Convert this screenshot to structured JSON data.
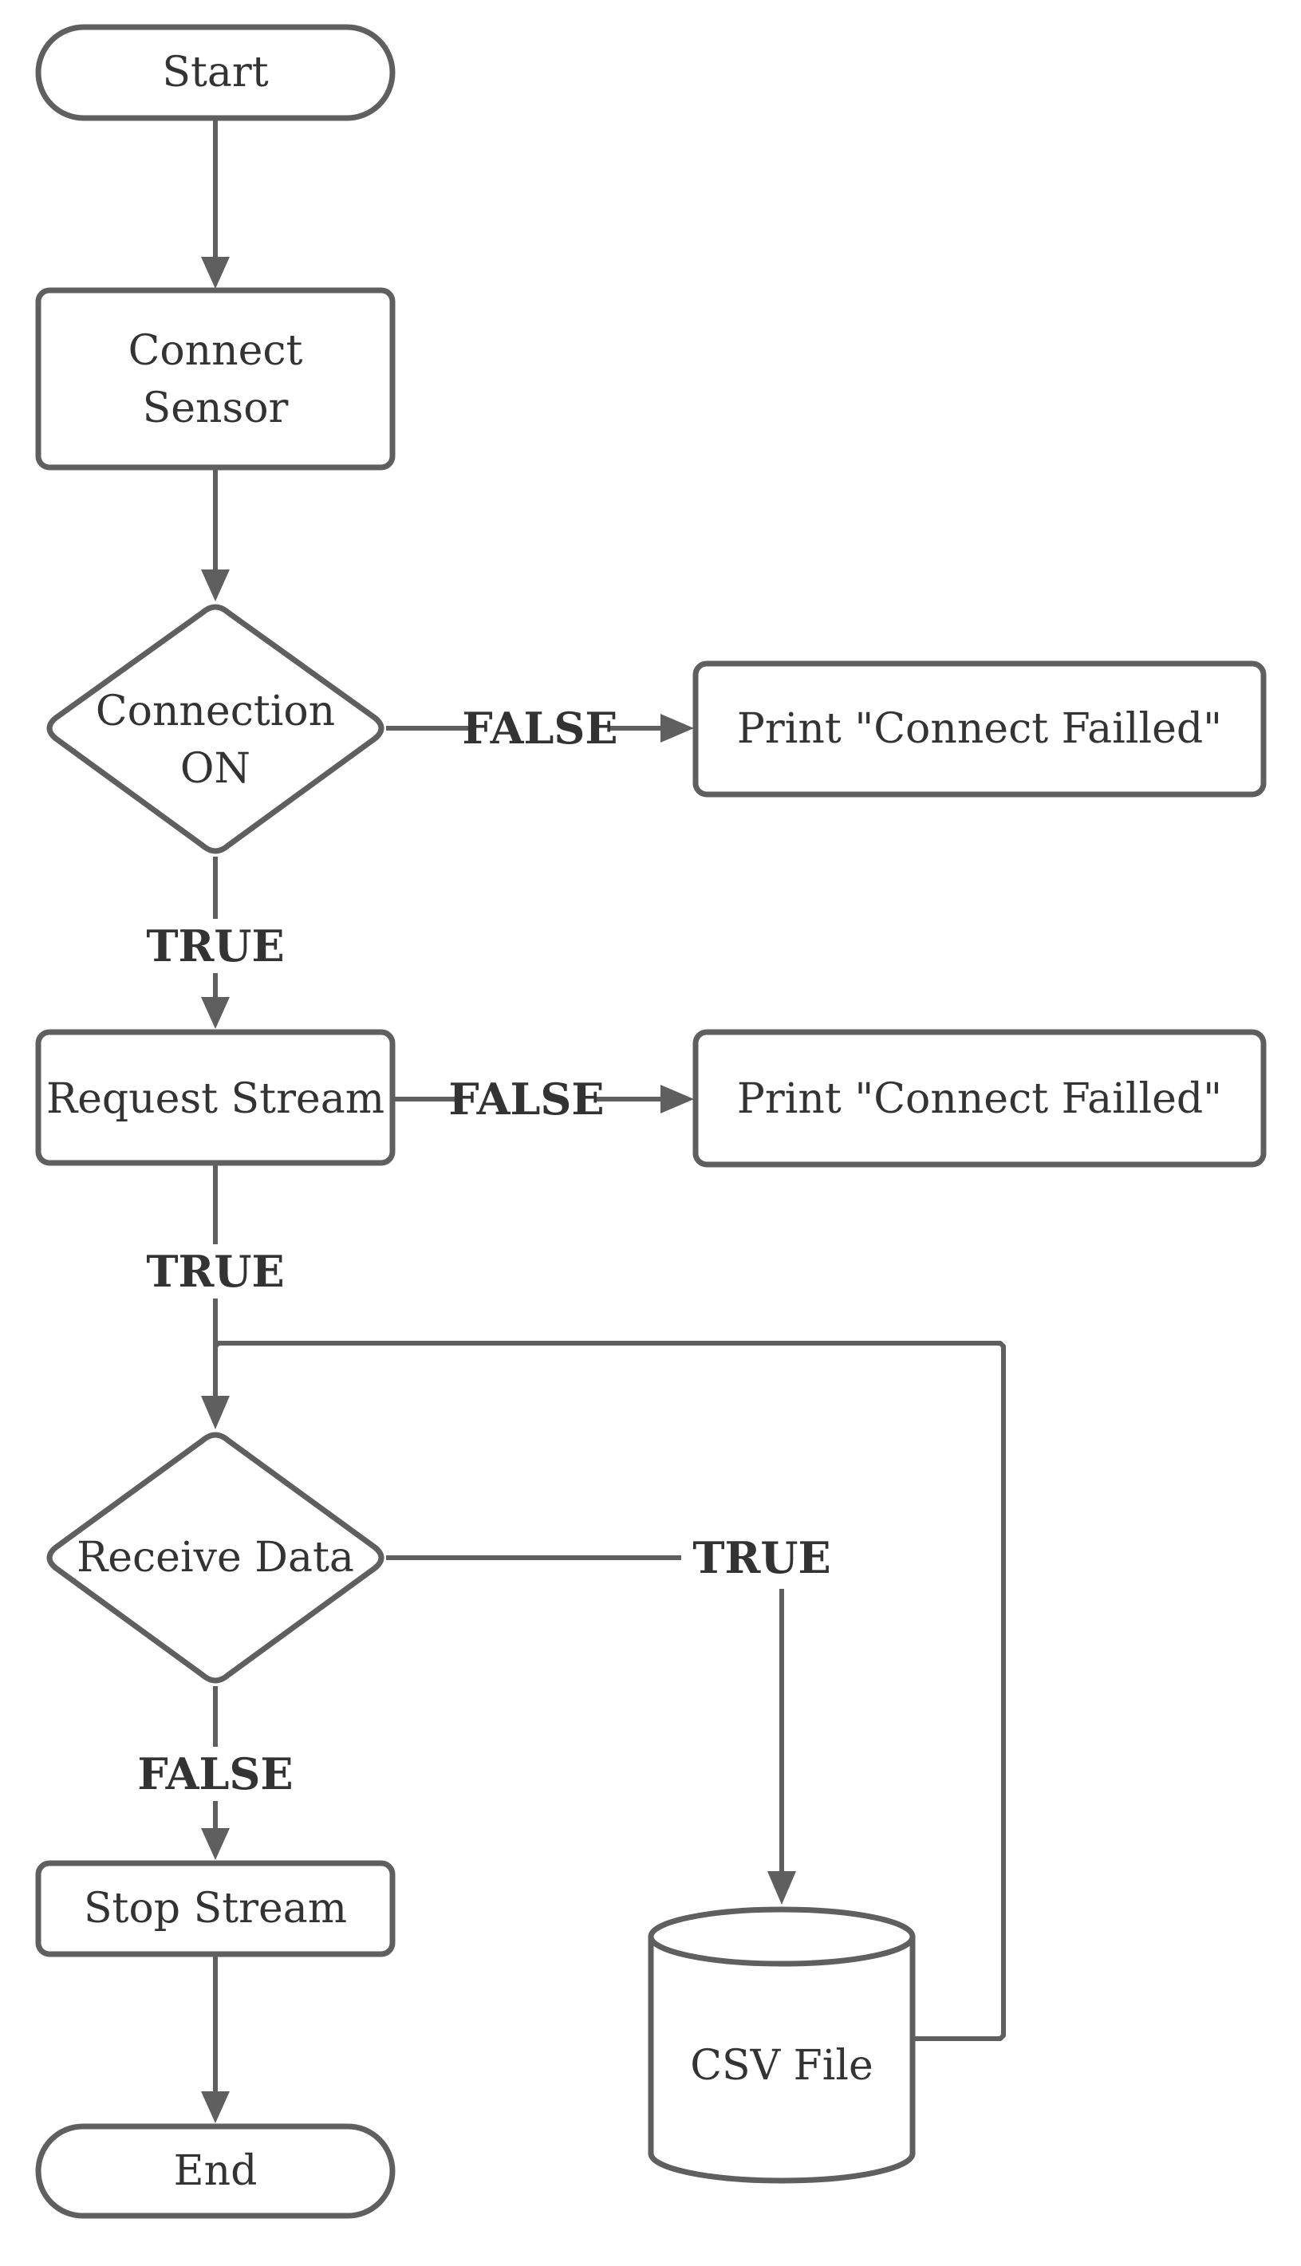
{
  "colors": {
    "stroke": "#5f5f5f",
    "text": "#333333",
    "background": "#ffffff"
  },
  "nodes": {
    "start": {
      "label": "Start"
    },
    "connect_sensor": {
      "line1": "Connect",
      "line2": "Sensor"
    },
    "connection_on": {
      "line1": "Connection",
      "line2": "ON"
    },
    "print_fail_1": {
      "label": "Print \"Connect Failled\""
    },
    "request_stream": {
      "label": "Request Stream"
    },
    "print_fail_2": {
      "label": "Print \"Connect Failled\""
    },
    "receive_data": {
      "label": "Receive Data"
    },
    "stop_stream": {
      "label": "Stop Stream"
    },
    "csv_file": {
      "label": "CSV File"
    },
    "end": {
      "label": "End"
    }
  },
  "edges": {
    "connection_false": "FALSE",
    "connection_true": "TRUE",
    "request_false": "FALSE",
    "request_true": "TRUE",
    "receive_true": "TRUE",
    "receive_false": "FALSE"
  }
}
